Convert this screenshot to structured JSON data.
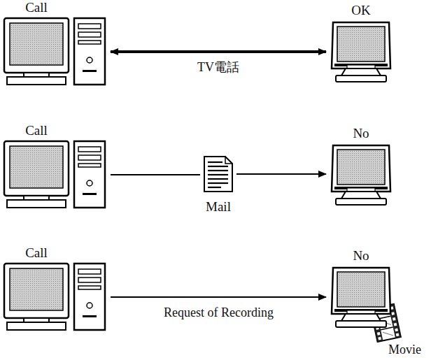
{
  "diagram": {
    "nodes": [
      {
        "text": [
          "Call"
        ]
      },
      {
        "text": [
          "OK"
        ]
      },
      {
        "text": [
          "Call"
        ]
      },
      {
        "text": [
          "Mail"
        ]
      },
      {
        "text": [
          "No"
        ]
      },
      {
        "text": [
          "Call"
        ]
      },
      {
        "text": [
          "No"
        ]
      }
    ],
    "edges": [
      {
        "from": 0,
        "to": 1,
        "arrow": "both",
        "label": "TV電話"
      },
      {
        "from": 2,
        "to": 3,
        "arrow": "none"
      },
      {
        "from": 3,
        "to": 4,
        "arrow": "to"
      },
      {
        "from": 5,
        "to": 6,
        "arrow": "to",
        "label": "Request of Recording"
      }
    ],
    "labels": [
      "Movie"
    ]
  }
}
